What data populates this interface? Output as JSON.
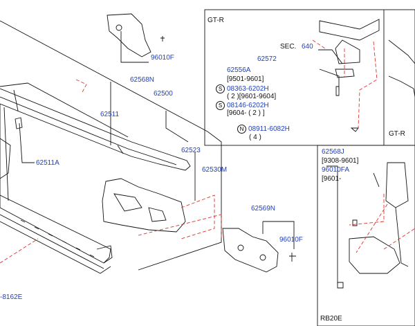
{
  "inset_gtr": {
    "title": "GT-R",
    "sec_prefix": "SEC.",
    "sec_number": "640",
    "part_62572": "62572",
    "part_62556A": "62556A",
    "range_62556A": "[9501-9601]",
    "symbol_s": "S",
    "symbol_n": "N",
    "bolt_1": "08363-6202H",
    "bolt_1_qty": "( 2 )[9601-9604]",
    "bolt_2": "08146-6202H",
    "bolt_2_qty": "[9604-  ( 2 ) ]",
    "nut": "08911-6082H",
    "nut_qty": "( 4 )",
    "sub_title": "GT-R"
  },
  "inset_rb20e": {
    "part_62568J": "62568J",
    "range_62568J": "[9308-9601]",
    "part_96010FA": "96010FA",
    "range_96010FA": "[9601-",
    "footer": "RB20E"
  },
  "main": {
    "p_96010F_top": "96010F",
    "p_62568N": "62568N",
    "p_62500": "62500",
    "p_62511": "62511",
    "p_62511A": "62511A",
    "p_62523": "62523",
    "p_62530M": "62530M",
    "p_62569N": "62569N",
    "p_96010F_bottom": "96010F",
    "p_bolt_bottom_left": "-8162E"
  },
  "colors": {
    "part_link": "#1f3fbf",
    "dash": "#e0302a",
    "line": "#111111"
  }
}
